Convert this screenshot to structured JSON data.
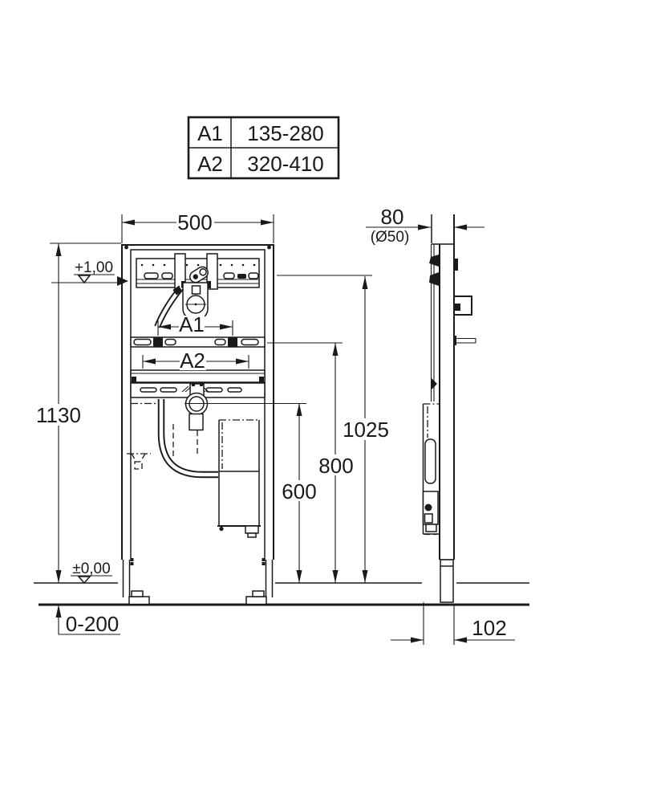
{
  "meta": {
    "type": "technical-installation-drawing",
    "line_color": "#1a1a1a",
    "background": "#ffffff"
  },
  "spec_table": {
    "rows": [
      {
        "key": "A1",
        "value": "135-280"
      },
      {
        "key": "A2",
        "value": "320-410"
      }
    ]
  },
  "dimensions": {
    "frame_width": "500",
    "total_height": "1130",
    "height_top_fixing": "1025",
    "height_rail": "800",
    "height_drain": "600",
    "depth_top": "80",
    "pipe_diameter": "(Ø50)",
    "depth_bottom": "102",
    "foot_adjust_range": "0-200",
    "level_meter": "+1,00",
    "level_floor": "±0,00",
    "a1_label": "A1",
    "a2_label": "A2"
  }
}
